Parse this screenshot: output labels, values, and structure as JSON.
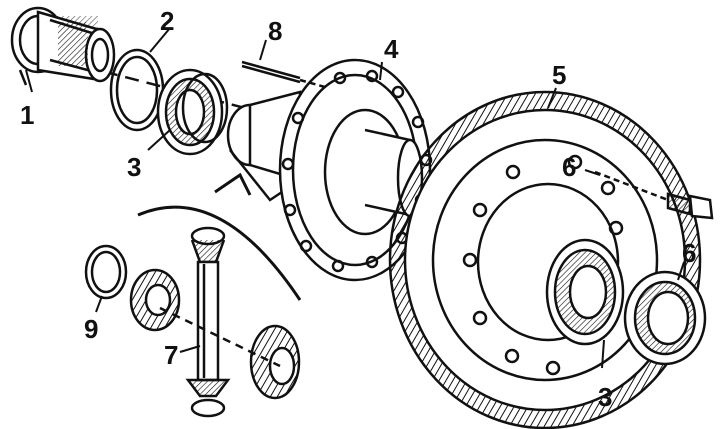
{
  "diagram": {
    "ink_color": "#111111",
    "paper_color": "#ffffff",
    "callouts": [
      {
        "id": "label-1",
        "text": "1"
      },
      {
        "id": "label-2",
        "text": "2"
      },
      {
        "id": "label-3-left",
        "text": "3"
      },
      {
        "id": "label-3-right",
        "text": "3"
      },
      {
        "id": "label-4",
        "text": "4"
      },
      {
        "id": "label-5",
        "text": "5"
      },
      {
        "id": "label-6-bolt",
        "text": "6"
      },
      {
        "id": "label-6-right",
        "text": "6"
      },
      {
        "id": "label-7",
        "text": "7"
      },
      {
        "id": "label-8",
        "text": "8"
      },
      {
        "id": "label-9",
        "text": "9"
      }
    ]
  }
}
